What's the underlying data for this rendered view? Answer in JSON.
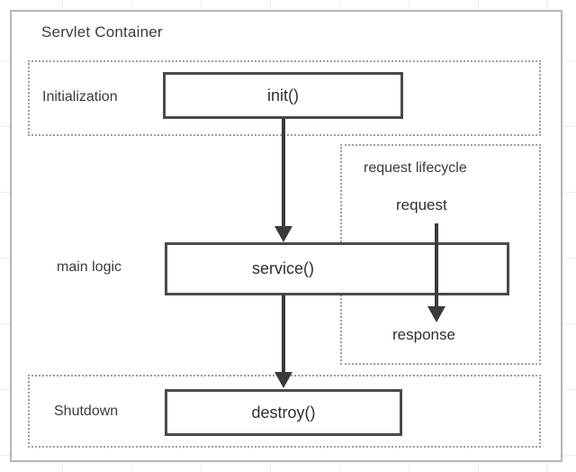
{
  "diagram": {
    "title": "Servlet Container",
    "container": {
      "label": "Servlet Container",
      "border_color": "#b3b6bb"
    },
    "groups": [
      {
        "id": "initialization",
        "label": "Initialization",
        "style": "dotted"
      },
      {
        "id": "main-logic",
        "label": "main logic",
        "style": "none"
      },
      {
        "id": "shutdown",
        "label": "Shutdown",
        "style": "dotted"
      },
      {
        "id": "request-lifecycle",
        "label": "request lifecycle",
        "style": "dotted"
      }
    ],
    "process_boxes": [
      {
        "id": "init",
        "label": "init()",
        "group": "initialization"
      },
      {
        "id": "service",
        "label": "service()",
        "group": "main-logic"
      },
      {
        "id": "destroy",
        "label": "destroy()",
        "group": "shutdown"
      }
    ],
    "flow_labels": {
      "request": "request",
      "response": "response"
    },
    "arrows": [
      {
        "id": "init-to-service",
        "from": "init()",
        "to": "service()",
        "direction": "down"
      },
      {
        "id": "service-to-destroy",
        "from": "service()",
        "to": "destroy()",
        "direction": "down"
      },
      {
        "id": "request-to-response",
        "from": "request",
        "to": "response",
        "direction": "down"
      }
    ],
    "colors": {
      "box_border": "#4a4a4a",
      "dotted_border": "#9b9ea4",
      "arrow": "#3a3a3a",
      "text": "#2f2f2f",
      "background": "#ffffff"
    }
  }
}
